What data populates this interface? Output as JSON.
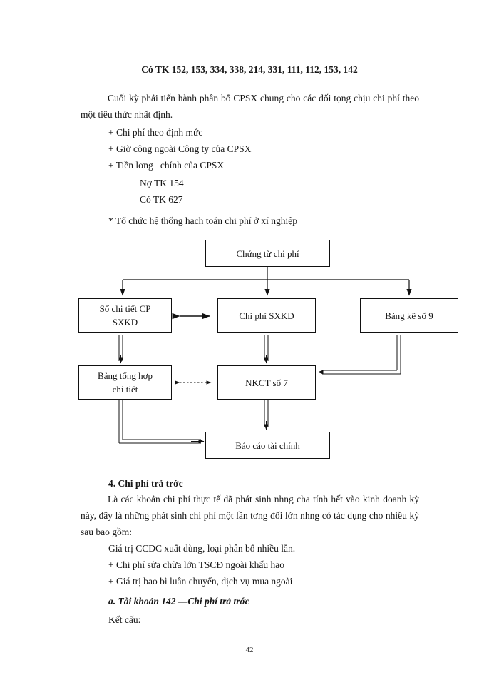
{
  "page": {
    "number": "42",
    "heading": "Có TK 152, 153, 334, 338, 214, 331, 111, 112, 153, 142"
  },
  "body": {
    "para1": "Cuối kỳ phải tiến hành phân bổ CPSX chung cho các đối tọng   chịu chi phí theo một tiêu thức nhất định.",
    "bullets": [
      "+ Chi phí theo định mức",
      "+ Giờ công ngoài Công ty của CPSX",
      "+ Tiền lơng   chính của CPSX"
    ],
    "entries": [
      "Nợ TK 154",
      "Có TK 627"
    ],
    "section_star": "* Tổ chức hệ thống hạch toán chi phí ở xí nghiệp",
    "heading4": "4. Chi phí trả trớc",
    "para2": "Là các khoản chi phí thực tế đã phát sinh nhng   cha   tính hết vào kinh doanh kỳ này, đây là những phát sinh chi phí một lần tơng   đối lớn nhng   có tác dụng cho nhiều kỳ sau bao gồm:",
    "items": [
      "Giá trị CCDC xuất dùng, loại phân bổ nhiều lần.",
      "+ Chi phí sửa chữa lớn TSCĐ ngoài khấu hao",
      "+ Giá trị bao bì luân chuyển, dịch vụ mua ngoài"
    ],
    "heading_a": "a. Tài khoản 142 —Chi phí trả trớc",
    "ketcau": "Kết cấu:"
  },
  "flowchart": {
    "type": "diagram",
    "nodes": [
      {
        "id": "chungtu",
        "label": "Chứng từ chi phí"
      },
      {
        "id": "sochitiet",
        "label": "Sổ chi tiết CP\nSXKD"
      },
      {
        "id": "chiphi",
        "label": "Chi phí SXKD"
      },
      {
        "id": "bangke",
        "label": "Bảng kê số 9"
      },
      {
        "id": "bangtonghop",
        "label": "Bảng tổng hợp\nchi tiết"
      },
      {
        "id": "nkct",
        "label": "NKCT số 7"
      },
      {
        "id": "baocao",
        "label": "Báo cáo tài chính"
      }
    ],
    "edges": [
      {
        "from": "chungtu",
        "to": "sochitiet",
        "style": "solid"
      },
      {
        "from": "chungtu",
        "to": "chiphi",
        "style": "solid"
      },
      {
        "from": "chungtu",
        "to": "bangke",
        "style": "solid"
      },
      {
        "from": "sochitiet",
        "to": "chiphi",
        "style": "double-arrow"
      },
      {
        "from": "sochitiet",
        "to": "bangtonghop",
        "style": "double-line"
      },
      {
        "from": "chiphi",
        "to": "nkct",
        "style": "double-line"
      },
      {
        "from": "bangke",
        "to": "nkct",
        "style": "double-line"
      },
      {
        "from": "bangtonghop",
        "to": "nkct",
        "style": "dotted"
      },
      {
        "from": "bangtonghop",
        "to": "baocao",
        "style": "double-line"
      },
      {
        "from": "nkct",
        "to": "baocao",
        "style": "double-line"
      }
    ],
    "line_color": "#111111"
  }
}
